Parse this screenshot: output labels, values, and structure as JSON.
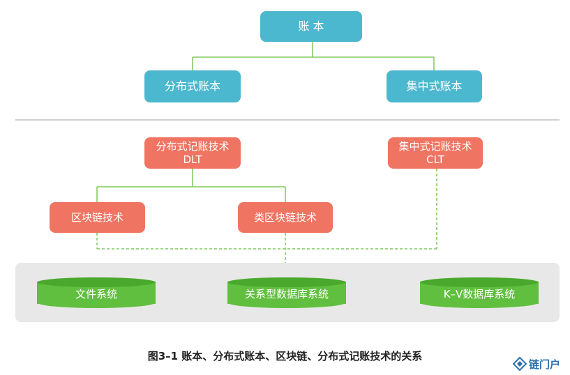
{
  "top": {
    "root": "账 本",
    "left": "分布式账本",
    "right": "集中式账本"
  },
  "middle": {
    "dlt_line1": "分布式记账技术",
    "dlt_line2": "DLT",
    "clt_line1": "集中式记账技术",
    "clt_line2": "CLT",
    "blockchain": "区块链技术",
    "quasi_blockchain": "类区块链技术"
  },
  "storage": {
    "file": "文件系统",
    "relational": "关系型数据库系统",
    "kv": "K–V数据库系统"
  },
  "caption": "图3–1  账本、分布式账本、区块链、分布式记账技术的关系",
  "logo": {
    "text": "链门户"
  },
  "colors": {
    "teal": "#4bb8cf",
    "coral": "#f07462",
    "green": "#61bf3f",
    "connector": "#7cc95a",
    "divider": "#cfcfcf",
    "panel": "#e8e8e8"
  }
}
